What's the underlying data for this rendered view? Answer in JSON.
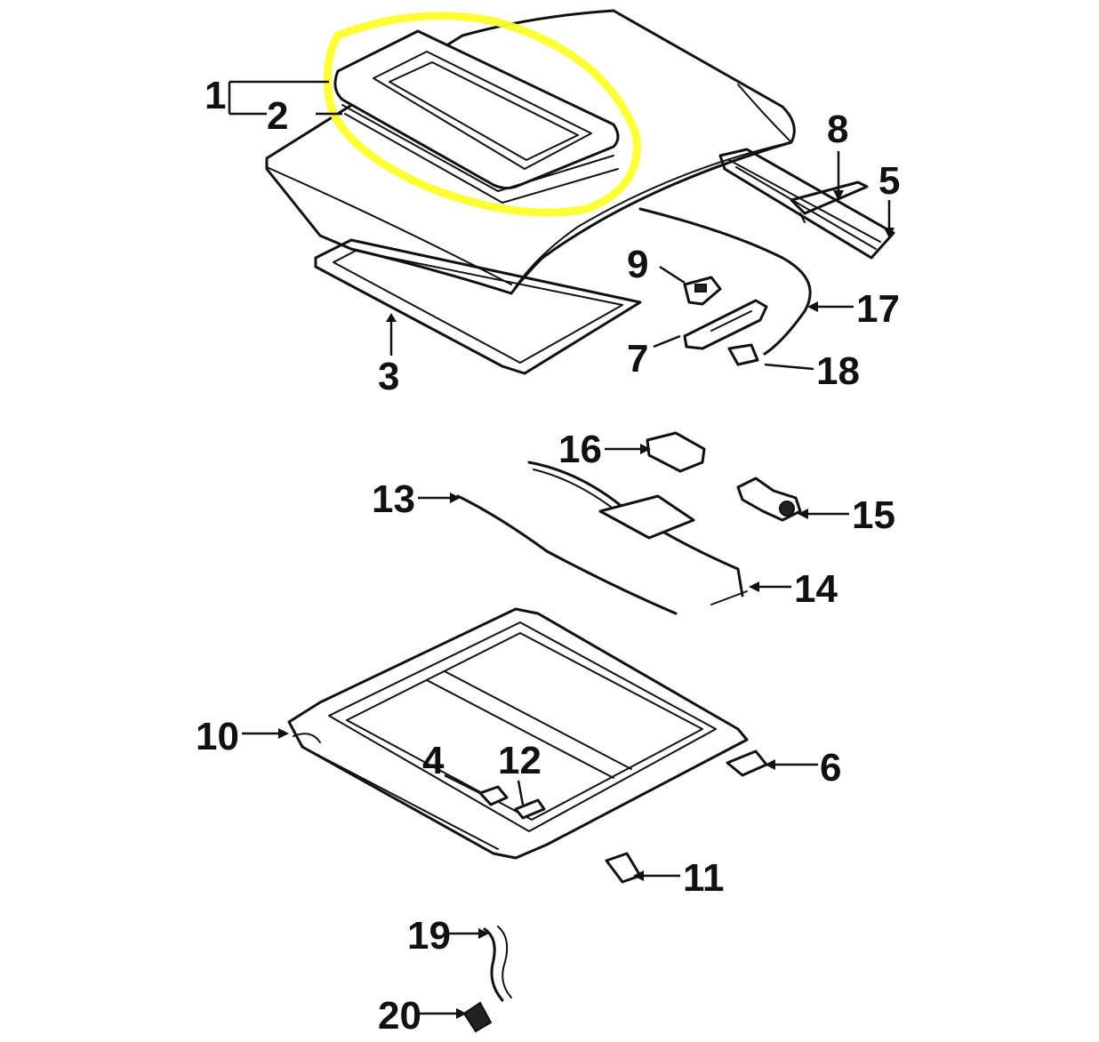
{
  "diagram": {
    "callouts": [
      {
        "id": "c1",
        "label": "1"
      },
      {
        "id": "c2",
        "label": "2"
      },
      {
        "id": "c3",
        "label": "3"
      },
      {
        "id": "c4",
        "label": "4"
      },
      {
        "id": "c5",
        "label": "5"
      },
      {
        "id": "c6",
        "label": "6"
      },
      {
        "id": "c7",
        "label": "7"
      },
      {
        "id": "c8",
        "label": "8"
      },
      {
        "id": "c9",
        "label": "9"
      },
      {
        "id": "c10",
        "label": "10"
      },
      {
        "id": "c11",
        "label": "11"
      },
      {
        "id": "c12",
        "label": "12"
      },
      {
        "id": "c13",
        "label": "13"
      },
      {
        "id": "c14",
        "label": "14"
      },
      {
        "id": "c15",
        "label": "15"
      },
      {
        "id": "c16",
        "label": "16"
      },
      {
        "id": "c17",
        "label": "17"
      },
      {
        "id": "c18",
        "label": "18"
      },
      {
        "id": "c19",
        "label": "19"
      },
      {
        "id": "c20",
        "label": "20"
      }
    ],
    "highlight_color": "#ffff2a",
    "line_color": "#111111"
  }
}
